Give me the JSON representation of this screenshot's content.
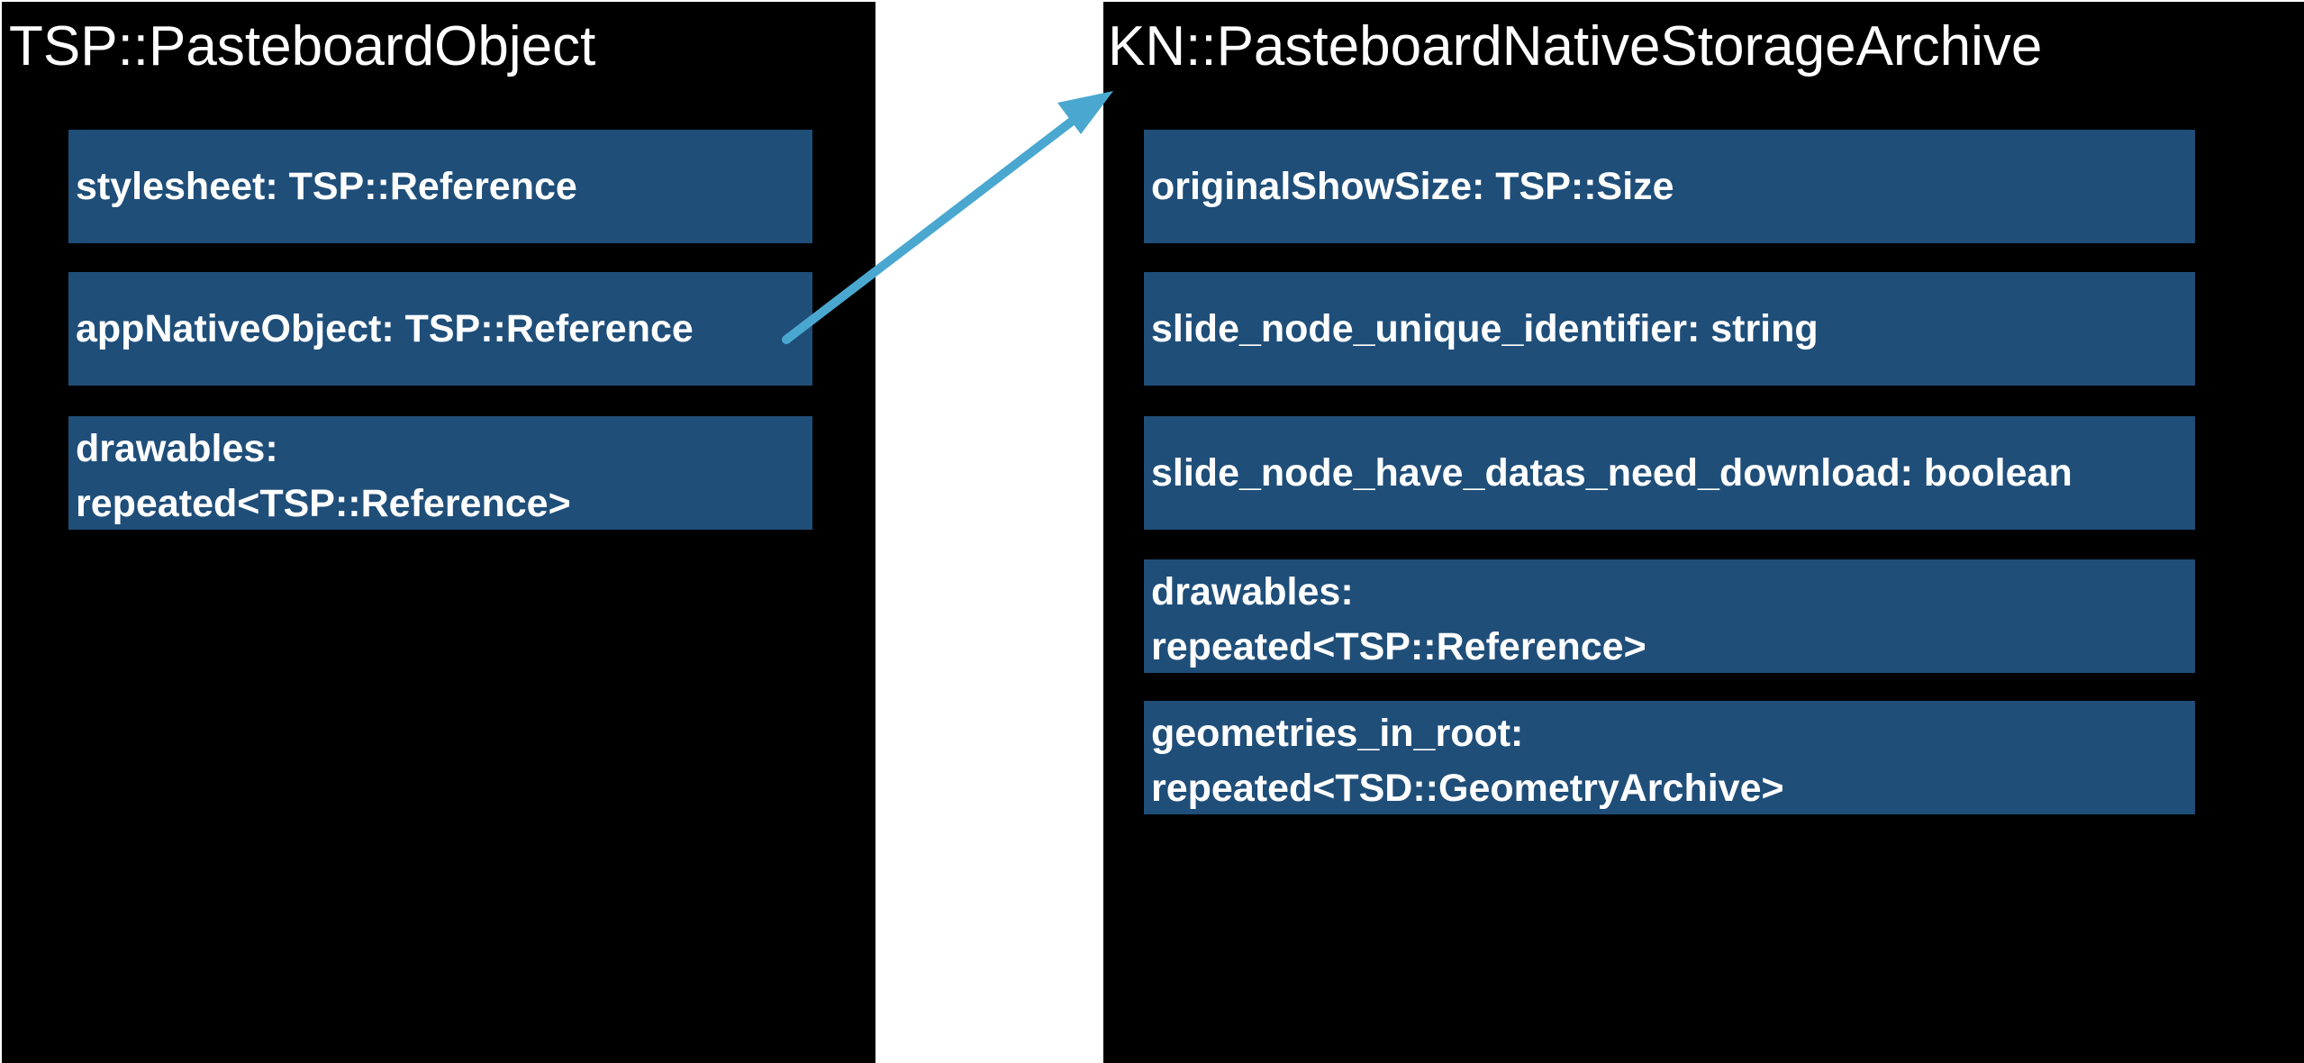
{
  "left_box": {
    "title": "TSP::PasteboardObject",
    "fields": [
      "stylesheet: TSP::Reference",
      "appNativeObject: TSP::Reference",
      "drawables:\nrepeated<TSP::Reference>"
    ]
  },
  "right_box": {
    "title": "KN::PasteboardNativeStorageArchive",
    "fields": [
      "originalShowSize: TSP::Size",
      "slide_node_unique_identifier: string",
      "slide_node_have_datas_need_download: boolean",
      "drawables:\nrepeated<TSP::Reference>",
      "geometries_in_root:\nrepeated<TSD::GeometryArchive>"
    ]
  },
  "colors": {
    "panel_background": "#000000",
    "field_fill": "#1f4e79",
    "arrow": "#4aa8d0",
    "text": "#ffffff"
  }
}
